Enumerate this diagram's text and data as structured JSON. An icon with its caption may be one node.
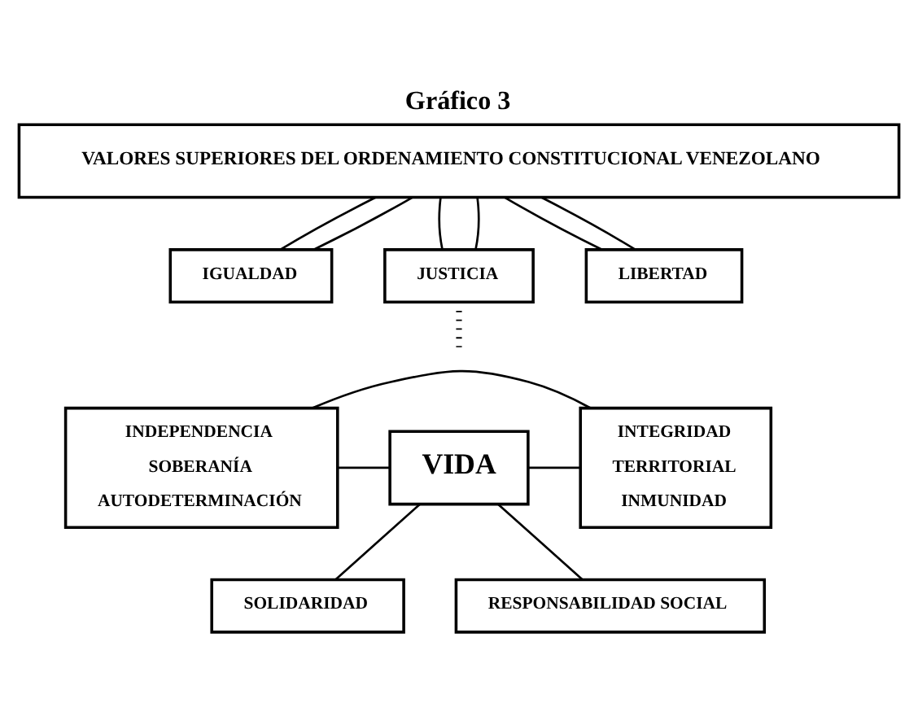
{
  "diagram": {
    "title": "Gráfico 3",
    "nodes": [
      {
        "text": [
          "VALORES SUPERIORES DEL ORDENAMIENTO CONSTITUCIONAL VENEZOLANO"
        ]
      },
      {
        "text": [
          "IGUALDAD"
        ]
      },
      {
        "text": [
          "JUSTICIA"
        ]
      },
      {
        "text": [
          "LIBERTAD"
        ]
      },
      {
        "text": [
          "INDEPENDENCIA",
          "SOBERANÍA",
          "AUTODETERMINACIÓN"
        ]
      },
      {
        "text": [
          "VIDA"
        ]
      },
      {
        "text": [
          "INTEGRIDAD",
          "TERRITORIAL",
          "INMUNIDAD"
        ]
      },
      {
        "text": [
          "SOLIDARIDAD"
        ]
      },
      {
        "text": [
          "RESPONSABILIDAD SOCIAL"
        ]
      }
    ],
    "edges": [
      {
        "from": 0,
        "to": 1,
        "arrow": "none"
      },
      {
        "from": 0,
        "to": 1,
        "arrow": "none"
      },
      {
        "from": 0,
        "to": 2,
        "arrow": "none"
      },
      {
        "from": 0,
        "to": 2,
        "arrow": "none"
      },
      {
        "from": 0,
        "to": 3,
        "arrow": "none"
      },
      {
        "from": 0,
        "to": 3,
        "arrow": "none"
      },
      {
        "from": 2,
        "to": null,
        "arrow": "none",
        "style": "dashed"
      },
      {
        "from": 4,
        "to": 6,
        "arrow": "none"
      },
      {
        "from": 4,
        "to": 5,
        "arrow": "none"
      },
      {
        "from": 5,
        "to": 6,
        "arrow": "none"
      },
      {
        "from": 5,
        "to": 7,
        "arrow": "none"
      },
      {
        "from": 5,
        "to": 8,
        "arrow": "none"
      }
    ]
  }
}
